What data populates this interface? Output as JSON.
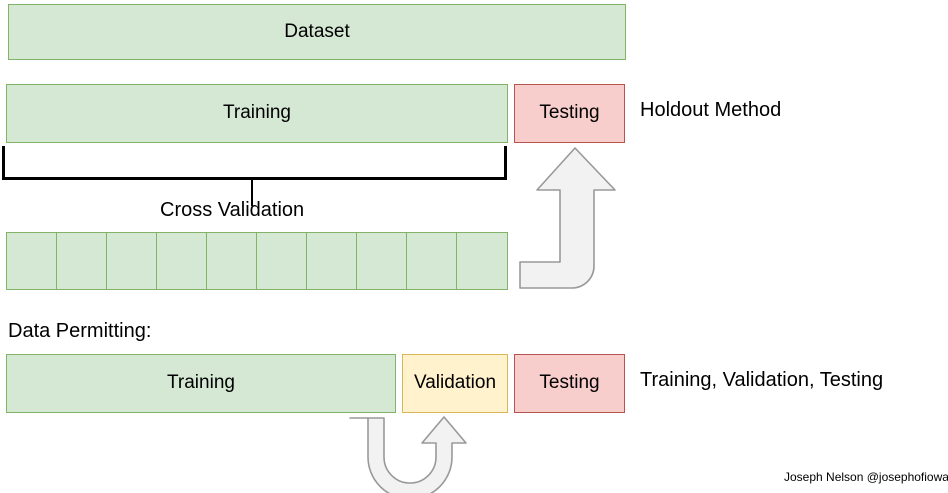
{
  "diagram": {
    "title": "Dataset Splitting / Cross Validation Diagram",
    "colors": {
      "green_fill": "#d5e8d4",
      "green_border": "#82b366",
      "red_fill": "#f8cecc",
      "red_border": "#b85450",
      "yellow_fill": "#fff2cc",
      "yellow_border": "#d6b656",
      "arrow_fill": "#f2f2f2",
      "arrow_stroke": "#999999",
      "bracket": "#000000",
      "background": "#ffffff"
    },
    "rows": {
      "dataset": {
        "box_label": "Dataset"
      },
      "holdout": {
        "training_label": "Training",
        "testing_label": "Testing",
        "annotation": "Holdout Method"
      },
      "cross_validation": {
        "label": "Cross Validation",
        "fold_count": 10,
        "folds": [
          "",
          "",
          "",
          "",
          "",
          "",
          "",
          "",
          "",
          ""
        ]
      },
      "data_permitting": {
        "section_label": "Data Permitting:",
        "training_label": "Training",
        "validation_label": "Validation",
        "testing_label": "Testing",
        "annotation": "Training, Validation, Testing"
      }
    },
    "arrows": {
      "holdout_feedback": "bent-up-arrow-icon",
      "validation_loop": "u-turn-up-arrow-icon"
    },
    "credit": "Joseph Nelson @josephofiowa"
  }
}
